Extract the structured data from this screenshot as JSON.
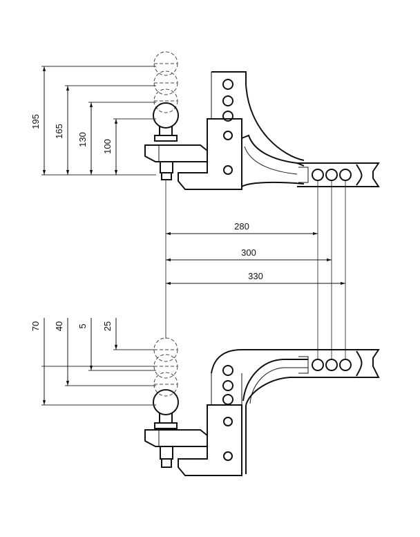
{
  "drawing": {
    "upper_view": {
      "vertical_dimensions": [
        "195",
        "165",
        "130",
        "100"
      ],
      "horizontal_dimensions": [
        "280",
        "300",
        "330"
      ]
    },
    "lower_view": {
      "vertical_dimensions": [
        "70",
        "40",
        "5",
        "25"
      ]
    }
  }
}
